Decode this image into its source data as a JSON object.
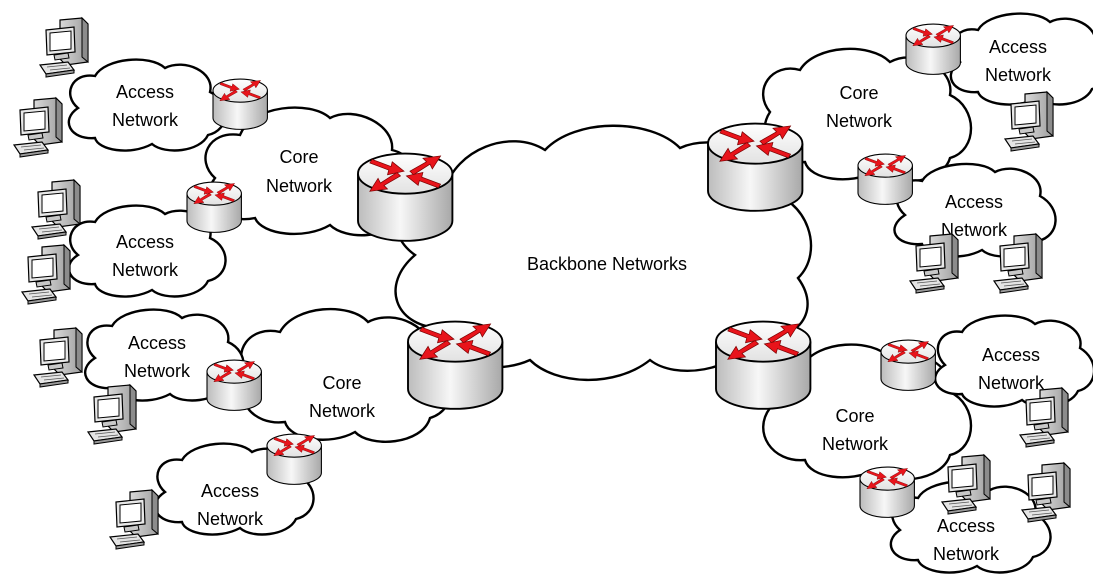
{
  "colors": {
    "arrow": "#e8141b",
    "outline": "#000000",
    "router_body": "#f4f4f4",
    "background": "#ffffff"
  },
  "labels": {
    "backbone": "Backbone Networks",
    "core_line1": "Core",
    "core_line2": "Network",
    "access_line1": "Access",
    "access_line2": "Network"
  },
  "icons": {
    "router": "router-icon",
    "computer": "desktop-computer-icon",
    "cloud": "cloud-icon"
  }
}
